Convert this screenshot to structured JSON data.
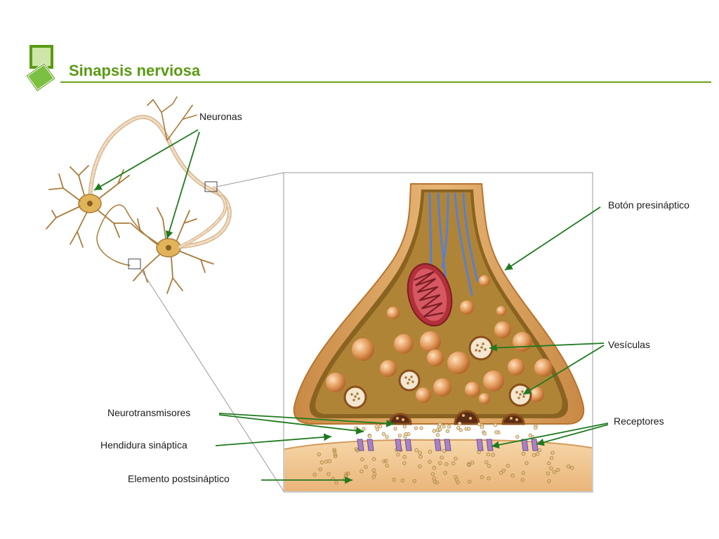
{
  "slide": {
    "title": "Sinapsis nerviosa"
  },
  "labels": {
    "neurons": "Neuronas",
    "presynaptic_button": "Botón presináptico",
    "vesicles": "Vesículas",
    "neurotransmitters": "Neurotransmisores",
    "receptors": "Receptores",
    "synaptic_cleft": "Hendidura sináptica",
    "postsynaptic_element": "Elemento postsináptico"
  },
  "colors": {
    "accent": "#5a9a14",
    "arrow": "#1f7a1f",
    "bouton": "#d9a35c",
    "bouton_edge": "#b8732e",
    "vesicle": "#e39a5c",
    "mitochondrion": "#b3303a",
    "microtubule": "#5a7fd0",
    "receptor": "#a882c8",
    "postsynaptic": "#f1c794"
  }
}
